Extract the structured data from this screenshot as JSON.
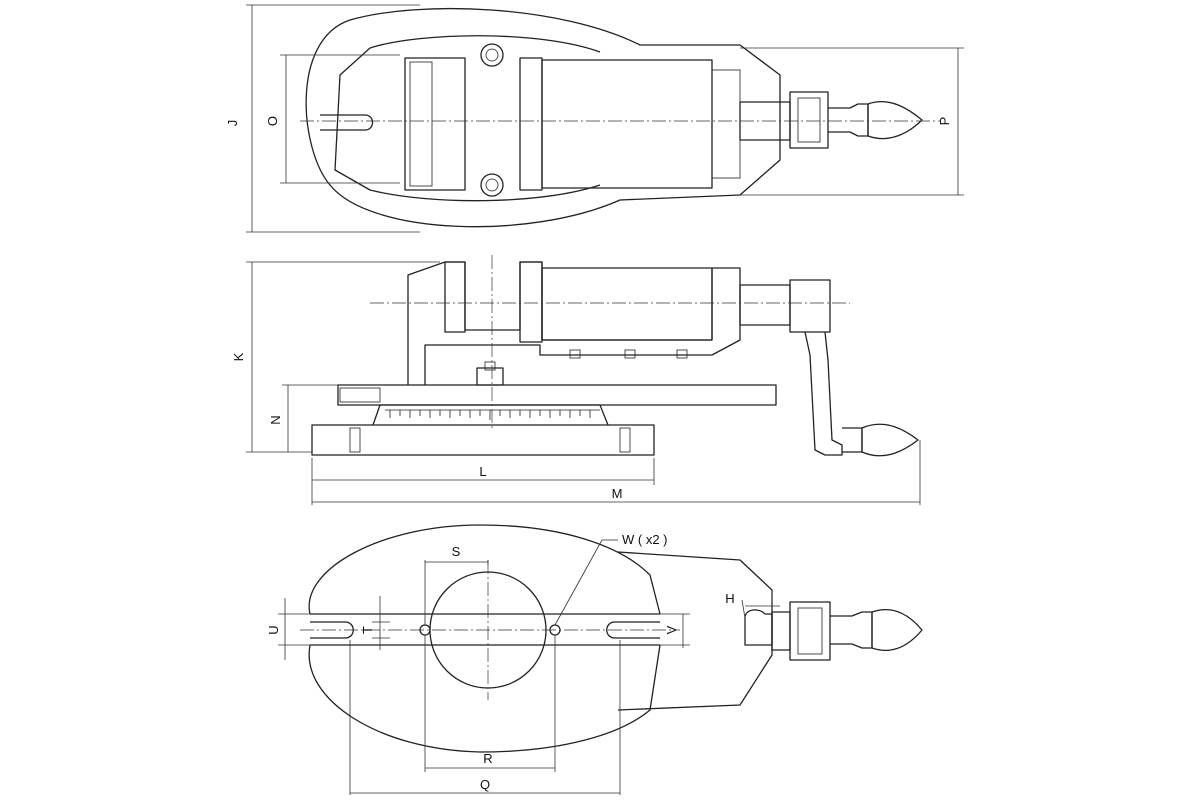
{
  "views": {
    "top": {
      "labels": {
        "J": "J",
        "O": "O",
        "P": "P"
      }
    },
    "side": {
      "labels": {
        "K": "K",
        "N": "N",
        "L": "L",
        "M": "M"
      }
    },
    "base": {
      "labels": {
        "S": "S",
        "W": "W ( x2 )",
        "H": "H",
        "U": "U",
        "T": "T",
        "V": "V",
        "R": "R",
        "Q": "Q"
      }
    }
  }
}
